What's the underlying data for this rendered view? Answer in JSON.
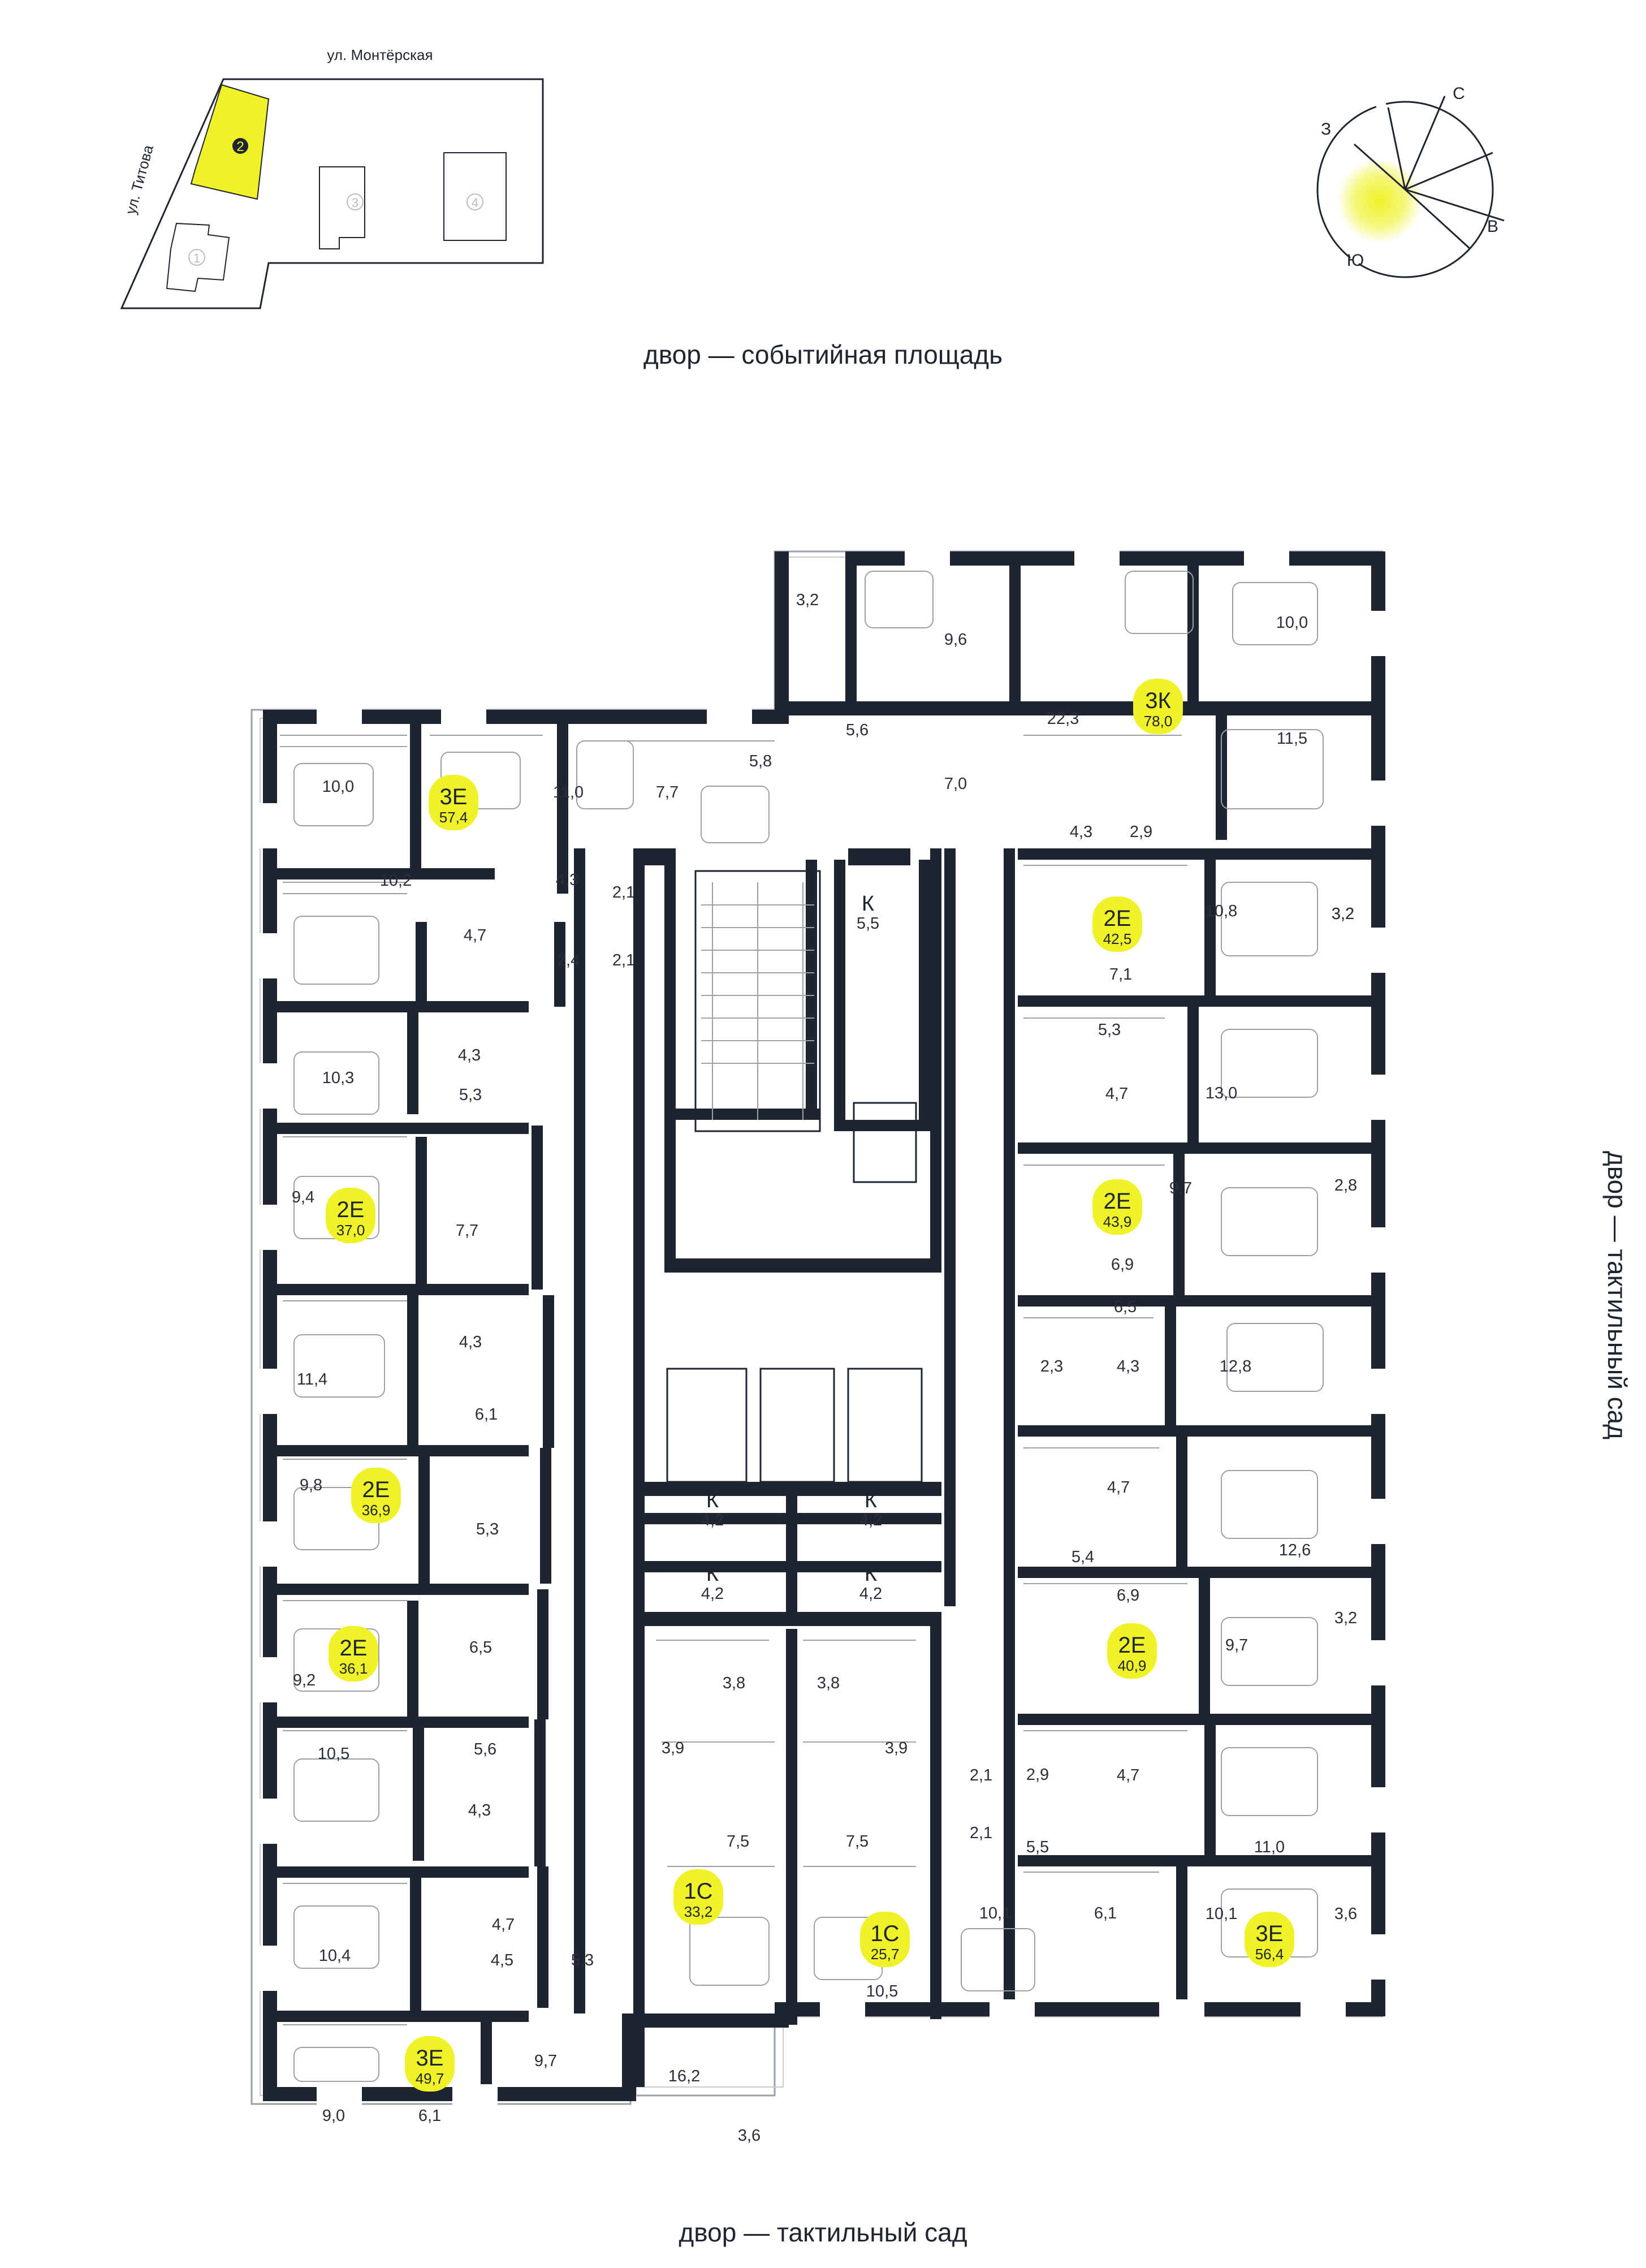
{
  "site_plan": {
    "street_top": "ул. Монтёрская",
    "street_left": "ул. Титова",
    "buildings": [
      "1",
      "2",
      "3",
      "4"
    ],
    "selected_building": "2"
  },
  "compass": {
    "north": "С",
    "east": "В",
    "south": "Ю",
    "west": "З"
  },
  "captions": {
    "top": "двор — событийная площадь",
    "right": "двор — тактильный сад",
    "bottom": "двор — тактильный сад"
  },
  "colors": {
    "wall": "#1f2530",
    "accent": "#eef227",
    "line": "#9aa0a8"
  },
  "units": [
    {
      "name": "3Е",
      "total": "57,4"
    },
    {
      "name": "3К",
      "total": "78,0"
    },
    {
      "name": "2Е",
      "total": "42,5"
    },
    {
      "name": "2Е",
      "total": "37,0"
    },
    {
      "name": "2Е",
      "total": "43,9"
    },
    {
      "name": "2Е",
      "total": "36,9"
    },
    {
      "name": "2Е",
      "total": "36,1"
    },
    {
      "name": "2Е",
      "total": "40,9"
    },
    {
      "name": "1С",
      "total": "33,2"
    },
    {
      "name": "1С",
      "total": "25,7"
    },
    {
      "name": "3Е",
      "total": "56,4"
    },
    {
      "name": "3Е",
      "total": "49,7"
    }
  ],
  "storage": [
    {
      "label": "К",
      "area": "5,5"
    },
    {
      "label": "К",
      "area": "4,2"
    },
    {
      "label": "К",
      "area": "4,2"
    },
    {
      "label": "К",
      "area": "4,2"
    },
    {
      "label": "К",
      "area": "4,2"
    }
  ],
  "room_areas": [
    "3,2",
    "9,6",
    "10,0",
    "22,3",
    "5,6",
    "5,8",
    "10,0",
    "11,0",
    "7,7",
    "11,5",
    "3,2",
    "7,0",
    "4,3",
    "2,9",
    "10,2",
    "4,3",
    "2,1",
    "4,7",
    "2,4",
    "2,1",
    "10,8",
    "3,2",
    "7,1",
    "4,3",
    "10,3",
    "5,3",
    "5,3",
    "4,7",
    "13,0",
    "9,4",
    "7,7",
    "9,7",
    "2,8",
    "6,9",
    "4,3",
    "11,4",
    "6,1",
    "6,5",
    "2,3",
    "4,3",
    "12,8",
    "9,8",
    "5,3",
    "4,7",
    "5,4",
    "12,6",
    "6,9",
    "9,2",
    "6,5",
    "3,2",
    "9,7",
    "3,8",
    "3,8",
    "10,5",
    "5,6",
    "3,9",
    "3,9",
    "2,1",
    "2,9",
    "4,7",
    "4,3",
    "7,5",
    "7,5",
    "2,1",
    "5,5",
    "11,0",
    "4,7",
    "10,1",
    "6,1",
    "10,1",
    "3,6",
    "10,4",
    "4,5",
    "5,3",
    "10,5",
    "9,7",
    "16,2",
    "9,0",
    "6,1",
    "3,6"
  ]
}
